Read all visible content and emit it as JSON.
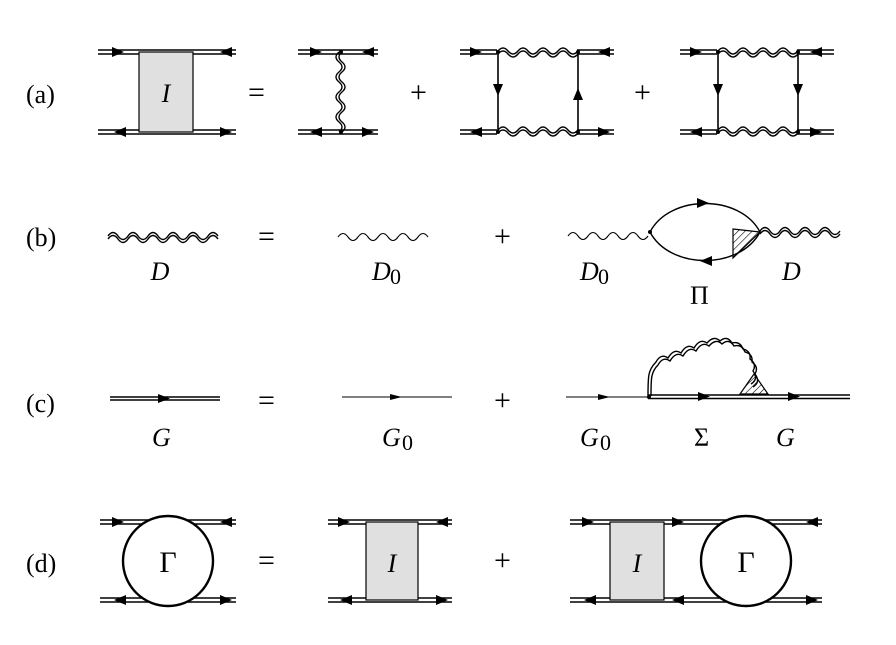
{
  "rows": {
    "a": {
      "label": "(a)",
      "box_text": "I",
      "eq": "=",
      "plus1": "+",
      "plus2": "+"
    },
    "b": {
      "label": "(b)",
      "lhs": "D",
      "eq": "=",
      "rhs1": "D",
      "rhs1_sub": "0",
      "plus": "+",
      "rhs2_left": "D",
      "rhs2_left_sub": "0",
      "rhs2_mid": "Π",
      "rhs2_right": "D"
    },
    "c": {
      "label": "(c)",
      "lhs": "G",
      "eq": "=",
      "rhs1": "G",
      "rhs1_sub": "0",
      "plus": "+",
      "rhs2_left": "G",
      "rhs2_left_sub": "0",
      "rhs2_mid": "Σ",
      "rhs2_right": "G"
    },
    "d": {
      "label": "(d)",
      "lhs": "Γ",
      "eq": "=",
      "rhs1_box": "I",
      "plus": "+",
      "rhs2_box": "I",
      "rhs2_circle": "Γ"
    }
  },
  "colors": {
    "box_fill": "#e0e0e0",
    "line": "#000000"
  }
}
